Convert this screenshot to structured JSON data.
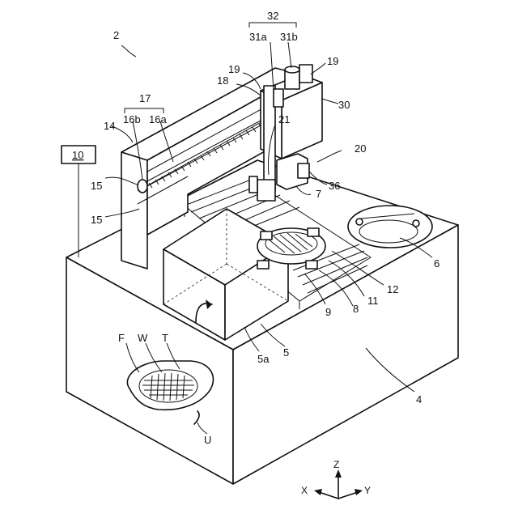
{
  "labels": {
    "l2": "2",
    "l32": "32",
    "l31a": "31a",
    "l31b": "31b",
    "l19a": "19",
    "l19b": "19",
    "l18": "18",
    "l30": "30",
    "l17": "17",
    "l16b": "16b",
    "l16a": "16a",
    "l14": "14",
    "l21": "21",
    "l20": "20",
    "l10": "10",
    "l15a": "15",
    "l15b": "15",
    "l36": "36",
    "l7": "7",
    "l6": "6",
    "l12": "12",
    "l11": "11",
    "l8": "8",
    "l9": "9",
    "l5": "5",
    "l5a": "5a",
    "lF": "F",
    "lW": "W",
    "lT": "T",
    "lU": "U",
    "l4": "4"
  },
  "axes": {
    "z": "Z",
    "x": "X",
    "y": "Y"
  }
}
